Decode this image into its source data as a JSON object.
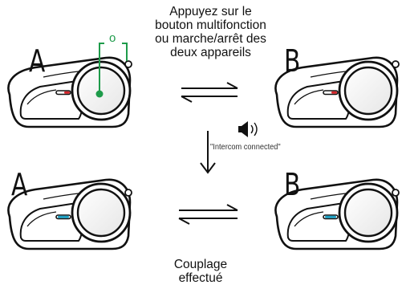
{
  "instructions": {
    "press_caption": [
      "Appuyez sur le",
      "bouton multifonction",
      "ou marche/arrêt des",
      "deux appareils"
    ],
    "result_caption": [
      "Couplage",
      "effectué"
    ]
  },
  "devices": {
    "top_left_label": "A",
    "top_right_label": "B",
    "bottom_left_label": "A",
    "bottom_right_label": "B"
  },
  "button_callout": {
    "symbol": "o"
  },
  "audio": {
    "icon": "speaker-icon",
    "prompt_text": "\"Intercom connected\""
  },
  "colors": {
    "highlight": "#1e9b4a",
    "led_before": "#d8262c",
    "led_after": "#1aa0c4",
    "ink": "#111111"
  }
}
